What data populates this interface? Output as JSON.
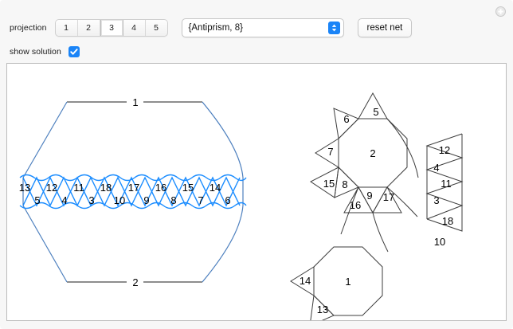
{
  "window": {
    "expand_icon": "plus-circle-icon",
    "background": "#f7f7f7"
  },
  "controls": {
    "projection_label": "projection",
    "projection_options": [
      "1",
      "2",
      "3",
      "4",
      "5"
    ],
    "projection_selected": "3",
    "polyhedron_value": "{Antiprism, 8}",
    "polyhedron_placeholder": "{Antiprism, 8}",
    "dropdown_icon": "chevron-updown-icon",
    "reset_label": "reset net",
    "show_solution_label": "show solution",
    "show_solution_checked": "true",
    "check_icon": "checkmark-icon"
  },
  "colors": {
    "accent": "#1a84f7",
    "strip_blue": "#1a8cff",
    "projection_blue": "#4c7fbe",
    "net_stroke": "#3d3d3d",
    "frame_border": "#bcbcbc"
  },
  "projection": {
    "top_face_label": "1",
    "bottom_face_label": "2",
    "strip_top_labels": [
      "13",
      "12",
      "11",
      "18",
      "17",
      "16",
      "15",
      "14"
    ],
    "strip_bottom_labels": [
      "5",
      "4",
      "3",
      "10",
      "9",
      "8",
      "7",
      "6"
    ]
  },
  "net": {
    "octagon_top_label": "2",
    "octagon_bottom_label": "1",
    "triangle_labels": [
      "5",
      "6",
      "7",
      "15",
      "8",
      "9",
      "16",
      "17",
      "12",
      "4",
      "11",
      "3",
      "18",
      "10",
      "14",
      "13"
    ]
  }
}
